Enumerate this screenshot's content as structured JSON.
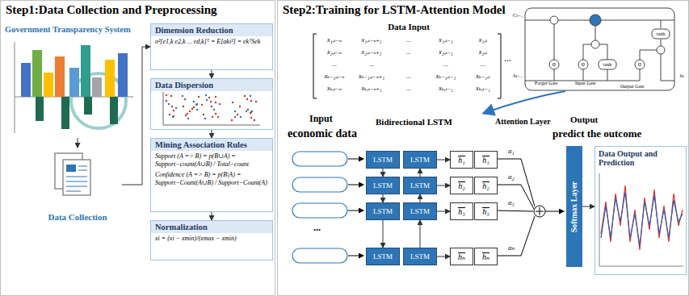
{
  "diagram": {
    "nodes": [
      {
        "text": [
          "Step1:Data Collection and Preprocessing"
        ]
      },
      {
        "text": [
          "Step2:Training for LSTM-Attention Model"
        ]
      },
      {
        "text": [
          "Government Transparency System"
        ],
        "in": 0
      },
      {
        "text": [
          "Data Collection"
        ],
        "in": 0
      },
      {
        "text": [
          "Dimension Reduction",
          "σ²[e1,k e2,k ... ed,k]ᵀ = E[aki²] = ekᵀSek"
        ],
        "in": 0
      },
      {
        "text": [
          "Data Dispersion"
        ],
        "in": 0
      },
      {
        "text": [
          "Mining Association Rules",
          "Support (A => B) = p(B∪A) = Support−count(A∪B) / Total−count",
          "Confidence (A => B) = p(B|A) = Support−Count(A∪B) / Support−Count(A)"
        ],
        "in": 0
      },
      {
        "text": [
          "Normalization",
          "xi = (xi − xmin)/(xmax − xmin)"
        ],
        "in": 0
      },
      {
        "text": [
          "Data Input",
          "x₁,ₜ₋ₙ",
          "x₁,ₜ₋ₙ₊₁",
          "...",
          "x₁,ₜ₋₁",
          "x₁,ₜ",
          "x₂,ₜ₋ₙ",
          "x₂,ₜ₋ₙ₊₁",
          "...",
          "x₂,ₜ₋₁",
          "x₂,ₜ",
          "...",
          "...",
          "...",
          "...",
          "xₖ₋₁,ₜ₋ₙ",
          "xₖ₋₁,ₜ₋ₙ₊₁",
          "...",
          "xₖ₋₁,ₜ₋₁",
          "xₖ₋₁,ₜ",
          "xₖ,ₜ₋ₙ",
          "xₖ,ₜ₋ₙ₊₁",
          "...",
          "xₖ,ₜ₋₁",
          "xₖ,ₜ₋₁"
        ],
        "in": 1
      },
      {
        "text": [
          "LSTM"
        ],
        "in": 1
      },
      {
        "text": [
          "LSTM"
        ],
        "in": 1
      },
      {
        "text": [
          "h₁"
        ],
        "in": 1
      },
      {
        "text": [
          "h₁"
        ],
        "in": 1
      },
      {
        "text": [
          "LSTM"
        ],
        "in": 1
      },
      {
        "text": [
          "LSTM"
        ],
        "in": 1
      },
      {
        "text": [
          "h₂"
        ],
        "in": 1
      },
      {
        "text": [
          "h₂"
        ],
        "in": 1
      },
      {
        "text": [
          "LSTM"
        ],
        "in": 1
      },
      {
        "text": [
          "LSTM"
        ],
        "in": 1
      },
      {
        "text": [
          "h₃"
        ],
        "in": 1
      },
      {
        "text": [
          "h₃"
        ],
        "in": 1
      },
      {
        "text": [
          "LSTM"
        ],
        "in": 1
      },
      {
        "text": [
          "LSTM"
        ],
        "in": 1
      },
      {
        "text": [
          "hₙ"
        ],
        "in": 1
      },
      {
        "text": [
          "hₙ"
        ],
        "in": 1
      },
      {
        "text": [
          "Softmax Layer"
        ],
        "in": 1
      },
      {
        "text": [
          "Data Output and Prediction"
        ],
        "in": 1
      }
    ],
    "edges": [
      {
        "from": 2,
        "to": 3,
        "arrow": "to"
      },
      {
        "from": 3,
        "to": 4,
        "arrow": "to"
      },
      {
        "from": 4,
        "to": 5,
        "arrow": "to"
      },
      {
        "from": 5,
        "to": 6,
        "arrow": "to"
      },
      {
        "from": 6,
        "to": 7,
        "arrow": "to"
      },
      {
        "from": 10,
        "to": 11,
        "arrow": "to"
      },
      {
        "from": 14,
        "to": 15,
        "arrow": "to"
      },
      {
        "from": 18,
        "to": 19,
        "arrow": "to"
      },
      {
        "from": 22,
        "to": 23,
        "arrow": "to"
      },
      {
        "from": 9,
        "to": 13,
        "arrow": "to"
      },
      {
        "from": 13,
        "to": 17,
        "arrow": "to"
      },
      {
        "from": 17,
        "to": 21,
        "arrow": "to"
      },
      {
        "from": 14,
        "to": 10,
        "arrow": "to"
      },
      {
        "from": 18,
        "to": 14,
        "arrow": "to"
      },
      {
        "from": 22,
        "to": 18,
        "arrow": "to"
      },
      {
        "from": 25,
        "to": 26,
        "arrow": "to"
      }
    ],
    "labels": [
      "...",
      "Input",
      "economic data",
      "Bidirectional LSTM",
      "Attention Layer",
      "Output",
      "predict the outcome",
      "a₁",
      "a₂",
      "a₃",
      "aₙ",
      "...",
      "Forget Gate",
      "Input Gate",
      "Output Gate",
      "σ",
      "σ",
      "σ",
      "tanh",
      "tanh",
      "Cₜ₋₁",
      "hₜ₋₁",
      "hₜ"
    ]
  }
}
